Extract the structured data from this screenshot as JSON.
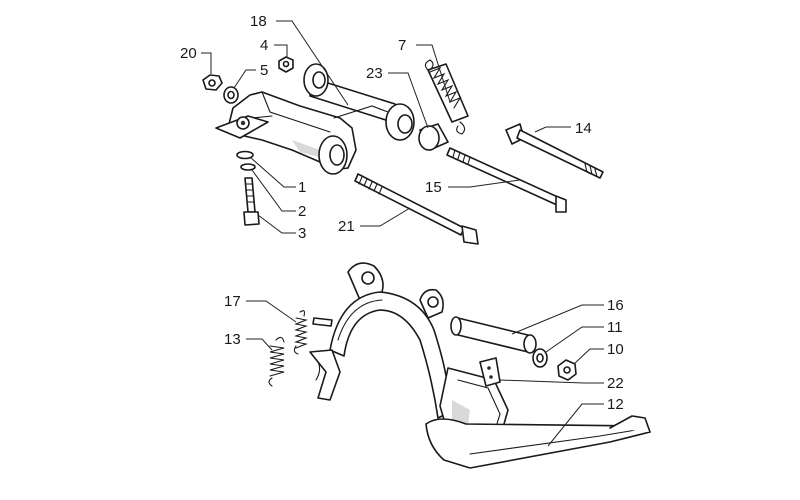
{
  "diagram": {
    "callouts": [
      {
        "id": "1",
        "label": "1"
      },
      {
        "id": "2",
        "label": "2"
      },
      {
        "id": "3",
        "label": "3"
      },
      {
        "id": "4",
        "label": "4"
      },
      {
        "id": "5",
        "label": "5"
      },
      {
        "id": "7",
        "label": "7"
      },
      {
        "id": "10",
        "label": "10"
      },
      {
        "id": "11",
        "label": "11"
      },
      {
        "id": "12",
        "label": "12"
      },
      {
        "id": "13",
        "label": "13"
      },
      {
        "id": "14",
        "label": "14"
      },
      {
        "id": "15",
        "label": "15"
      },
      {
        "id": "16",
        "label": "16"
      },
      {
        "id": "17",
        "label": "17"
      },
      {
        "id": "18",
        "label": "18"
      },
      {
        "id": "20",
        "label": "20"
      },
      {
        "id": "21",
        "label": "21"
      },
      {
        "id": "22",
        "label": "22"
      },
      {
        "id": "23",
        "label": "23"
      }
    ]
  }
}
